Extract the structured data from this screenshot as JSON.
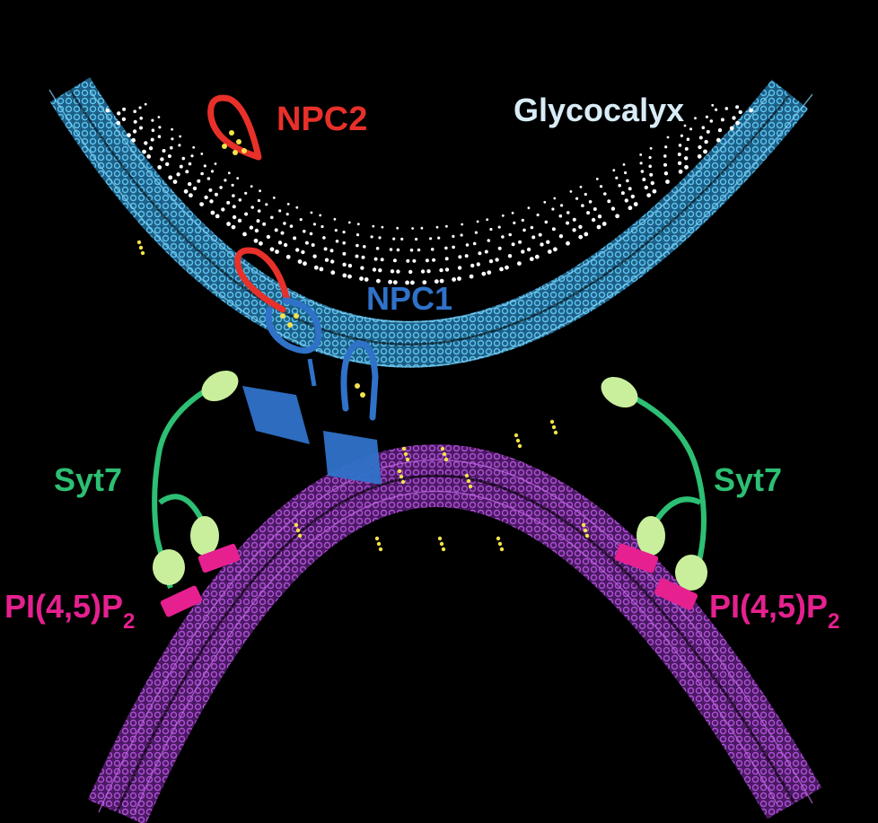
{
  "labels": {
    "npc2": "NPC2",
    "npc1": "NPC1",
    "glycocalyx": "Glycocalyx",
    "syt7_left": "Syt7",
    "syt7_right": "Syt7",
    "pip2_left_main": "PI(4,5)P",
    "pip2_left_sub": "2",
    "pip2_right_main": "PI(4,5)P",
    "pip2_right_sub": "2"
  },
  "colors": {
    "background": "#000000",
    "lysosome_membrane": "#3a9fd6",
    "plasma_membrane": "#9b3fb8",
    "glycocalyx": "#ffffff",
    "npc2": "#e8302a",
    "npc1": "#2f72c8",
    "syt7": "#2dbf73",
    "syt7_c2": "#c9ef9d",
    "pip2": "#e6208f",
    "cholesterol": "#f3e24a"
  }
}
